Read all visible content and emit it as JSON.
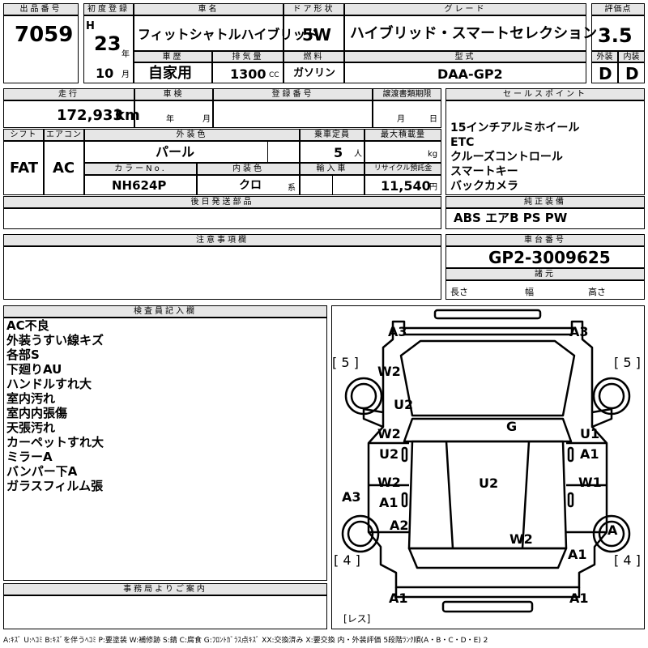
{
  "headers": {
    "lot": "出品番号",
    "first_reg": "初度登録",
    "car_name": "車名",
    "door": "ドア形状",
    "grade": "グレード",
    "score": "評価点",
    "history": "車歴",
    "displacement": "排気量",
    "fuel": "燃料",
    "model_code": "型式",
    "exterior": "外装",
    "interior": "内装",
    "mileage": "走行",
    "inspection": "車検",
    "reg_no": "登録番号",
    "transfer": "譲渡書類期限",
    "sales_points": "セールスポイント",
    "shift": "シフト",
    "aircon": "エアコン",
    "ext_color": "外装色",
    "capacity": "乗車定員",
    "max_load": "最大積載量",
    "color_no": "カラーNo.",
    "int_color": "内装色",
    "import": "輸入車",
    "recycle": "リサイクル預託金",
    "later_parts": "後日発送部品",
    "options": "純正装備",
    "caution": "注意事項欄",
    "chassis_no": "車台番号",
    "specs": "諸元",
    "inspector_notes": "検査員記入欄",
    "office_notes": "事務局よりご案内"
  },
  "vehicle": {
    "lot": "7059",
    "era": "H",
    "year": "23",
    "year_unit": "年",
    "month": "10",
    "month_unit": "月",
    "name": "フィットシャトルハイブリッド",
    "doors": "5W",
    "grade": "ハイブリッド・スマートセレクション",
    "score": "3.5",
    "history": "自家用",
    "displacement": "1300",
    "cc": "CC",
    "fuel": "ガソリン",
    "model_code": "DAA-GP2",
    "exterior": "D",
    "interior": "D",
    "mileage": "172,933",
    "km": "km",
    "insp_year": "年",
    "insp_month": "月",
    "transfer_month": "月",
    "transfer_day": "日",
    "shift": "FAT",
    "aircon": "AC",
    "color": "パール",
    "capacity": "5",
    "person": "人",
    "kg": "kg",
    "color_no": "NH624P",
    "int_color": "クロ",
    "kei": "系",
    "recycle": "11,540",
    "yen": "円",
    "options": "ABS エアB PS PW",
    "chassis_no": "GP2-3009625",
    "length": "長さ",
    "width": "幅",
    "height": "高さ"
  },
  "sales_points": [
    "15インチアルミホイール",
    "ETC",
    "クルーズコントロール",
    "スマートキー",
    "バックカメラ"
  ],
  "inspector_notes": [
    "AC不良",
    "外装うすい線キズ",
    "各部S",
    "下廻りAU",
    "ハンドルすれ大",
    "室内汚れ",
    "室内内張傷",
    "天張汚れ",
    "カーペットすれ大",
    "ミラーA",
    "バンパー下A",
    "ガラスフィルム張"
  ],
  "diagram": {
    "front_left": "A3",
    "front_right": "A3",
    "tire_fl": "[ 5 ]",
    "tire_fr": "[ 5 ]",
    "fender_l": "W2",
    "hood_l": "U2",
    "door_fl": "W2",
    "door_fl2": "U2",
    "roof": "G",
    "door_fr": "U1",
    "door_fr2": "A1",
    "door_rl": "W2",
    "door_rl2": "A1",
    "roof2": "U2",
    "door_rr": "W1",
    "quarter_l": "A3",
    "rear_l": "A2",
    "trunk": "W2",
    "rear_r": "A",
    "tire_rl": "[ 4 ]",
    "tire_rr": "[ 4 ]",
    "rear_corner_r": "A1",
    "bumper_l": "A1",
    "bumper_r": "A1",
    "less": "[レス]"
  },
  "footer": "A:ｷｽﾞ U:ﾍｺﾐ B:ｷｽﾞを伴うﾍｺﾐ P:要塗装 W:補修跡 S:錆 C:腐食 G:ﾌﾛﾝﾄｶﾞﾗｽ点ｷｽﾞ XX:交換済み X:要交換 内・外装評価 5段階ﾗﾝｸ順(A・B・C・D・E) 2"
}
